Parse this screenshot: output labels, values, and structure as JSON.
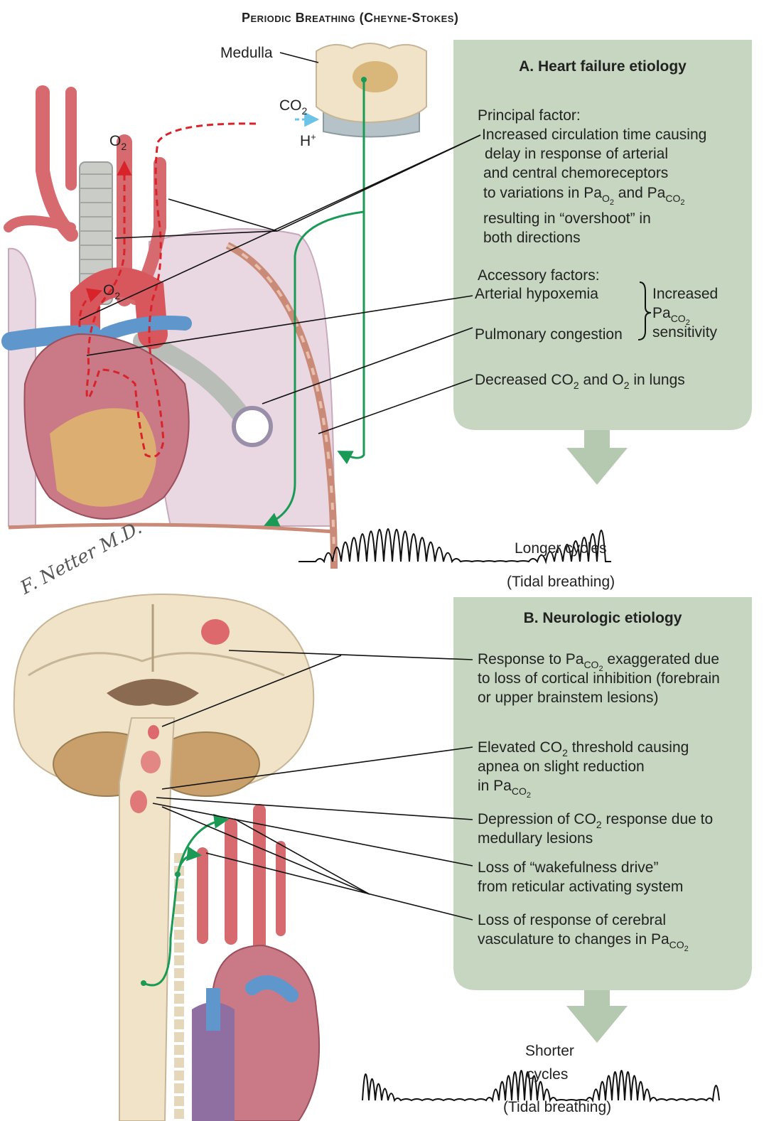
{
  "title": "Periodic Breathing (Cheyne-Stokes)",
  "colors": {
    "panel": "#c6d6c1",
    "arrow": "#b5c9b0",
    "green_path": "#1a9a55",
    "red_path": "#d8232a",
    "artery": "#d66a6f",
    "vein": "#5f97cd",
    "lung": "#e9d7e2",
    "brain": "#f1e3c8"
  },
  "panel_a": {
    "title": "A. Heart failure etiology",
    "principal_label": "Principal factor:",
    "principal_lines": [
      "Increased circulation time causing",
      "delay in response of arterial",
      "and central chemoreceptors"
    ],
    "principal_line4_a": "to variations in Pa",
    "principal_line4_sub1": "O",
    "principal_line4_sub1_sub": "2",
    "principal_line4_b": " and Pa",
    "principal_line4_sub2": "CO",
    "principal_line4_sub2_sub": "2",
    "principal_lines_end": [
      "resulting in “overshoot” in",
      "both directions"
    ],
    "accessory_label": "Accessory factors:",
    "hypoxemia": "Arterial hypoxemia",
    "congestion": "Pulmonary congestion",
    "increased": "Increased",
    "pa": "Pa",
    "pa_sub": "CO",
    "pa_sub_sub": "2",
    "sensitivity": "sensitivity",
    "decreased_a": "Decreased CO",
    "decreased_sub1": "2",
    "decreased_b": " and O",
    "decreased_sub2": "2",
    "decreased_c": " in lungs"
  },
  "panel_b": {
    "title": "B. Neurologic etiology",
    "r1_l1_a": "Response to Pa",
    "r1_l1_sub": "CO",
    "r1_l1_sub_sub": "2",
    "r1_l1_b": " exaggerated due",
    "r1_l2": "to loss of cortical inhibition (forebrain",
    "r1_l3": "or upper brainstem lesions)",
    "r2_l1_a": "Elevated CO",
    "r2_l1_sub": "2",
    "r2_l1_b": " threshold causing",
    "r2_l2": "apnea on slight reduction",
    "r2_l3_a": "in Pa",
    "r2_l3_sub": "CO",
    "r2_l3_sub_sub": "2",
    "r3_l1_a": "Depression of CO",
    "r3_l1_sub": "2",
    "r3_l1_b": " response due to",
    "r3_l2": "medullary lesions",
    "r4_l1": "Loss of “wakefulness drive”",
    "r4_l2": "from reticular activating system",
    "r5_l1": "Loss of response of cerebral",
    "r5_l2_a": "vasculature to changes in Pa",
    "r5_l2_sub": "CO",
    "r5_l2_sub_sub": "2"
  },
  "labels": {
    "medulla": "Medulla",
    "co2": "CO",
    "co2_sub": "2",
    "h": "H",
    "h_sup": "+",
    "o2": "O",
    "o2_sub": "2",
    "longer_cycles": "Longer cycles",
    "shorter_1": "Shorter",
    "shorter_2": "cycles",
    "tidal": "(Tidal breathing)",
    "signature": "F. Netter M.D."
  }
}
